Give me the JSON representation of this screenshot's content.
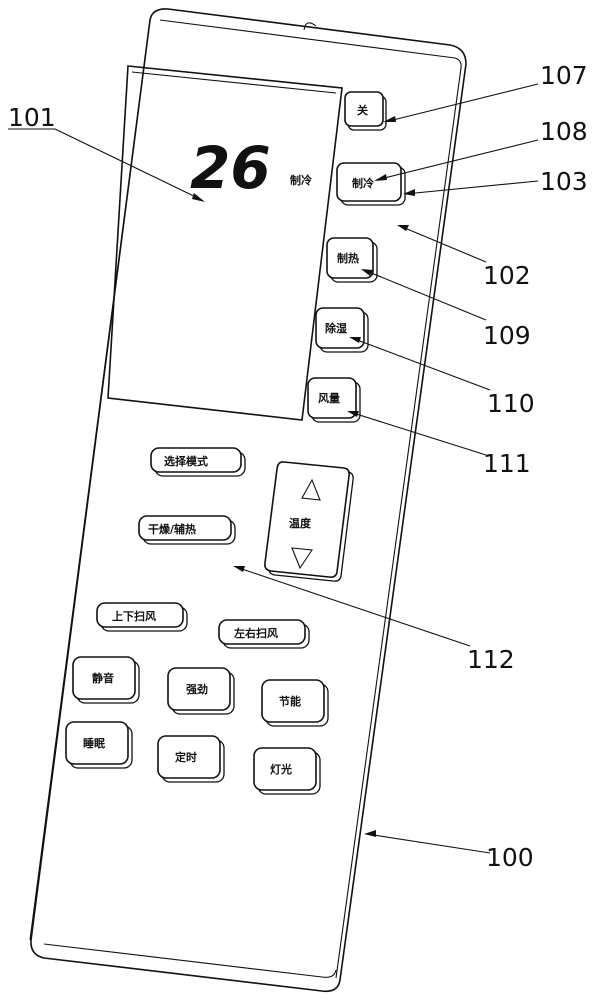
{
  "display": {
    "temperature": "26",
    "mode": "制冷"
  },
  "buttons": {
    "power": "关",
    "cool": "制冷",
    "heat": "制热",
    "dehumidify": "除湿",
    "fan": "风量",
    "select_mode": "选择模式",
    "dry_assist_heat": "干燥/辅热",
    "temperature": "温度",
    "updown_swing": "上下扫风",
    "leftright_swing": "左右扫风",
    "mute": "静音",
    "turbo": "强劲",
    "eco": "节能",
    "sleep": "睡眠",
    "timer": "定时",
    "light": "灯光"
  },
  "reference_labels": [
    "101",
    "107",
    "108",
    "103",
    "102",
    "109",
    "110",
    "111",
    "112",
    "100"
  ],
  "colors": {
    "line": "#111111",
    "background": "#ffffff"
  }
}
